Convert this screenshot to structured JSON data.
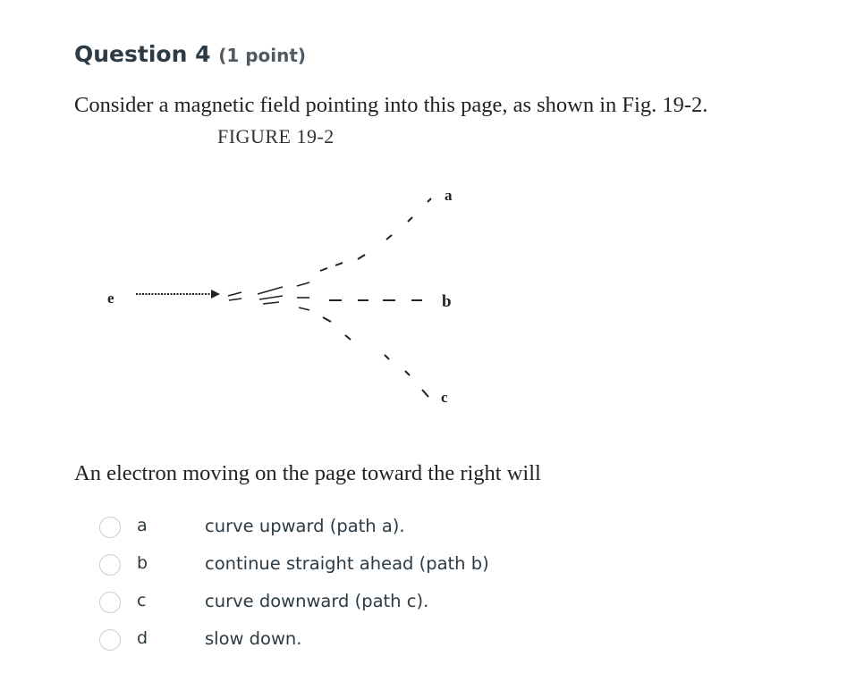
{
  "question": {
    "title": "Question 4",
    "points": "(1 point)",
    "prompt": "Consider a magnetic field pointing into this page, as shown in Fig. 19-2.",
    "figure_caption": "FIGURE 19-2",
    "figure_labels": {
      "a": "a",
      "b": "b",
      "c": "c",
      "electron": "e"
    },
    "follow_up": "An electron moving on the page toward the right will"
  },
  "answers": [
    {
      "letter": "a",
      "text": "curve upward (path a)."
    },
    {
      "letter": "b",
      "text": "continue straight ahead (path b)"
    },
    {
      "letter": "c",
      "text": "curve downward (path c)."
    },
    {
      "letter": "d",
      "text": "slow down."
    }
  ]
}
